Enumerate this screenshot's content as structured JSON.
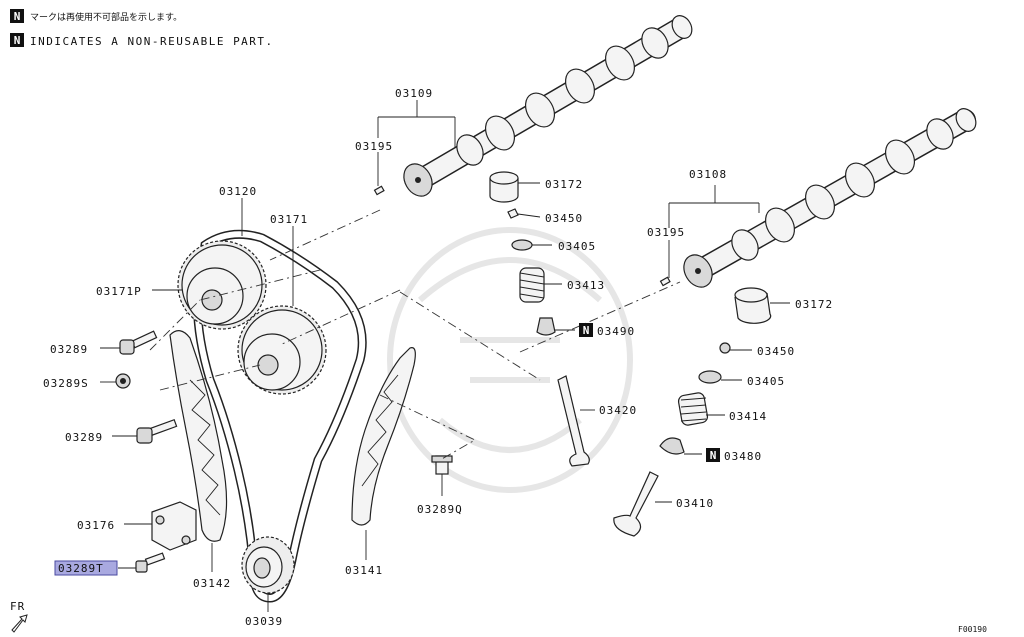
{
  "header": {
    "note_jp": "マークは再使用不可部品を示します。",
    "note_en": "INDICATES A NON-REUSABLE PART.",
    "marker": "N"
  },
  "labels": {
    "p03109": "03109",
    "p03195a": "03195",
    "p03172a": "03172",
    "p03450a": "03450",
    "p03405a": "03405",
    "p03413": "03413",
    "p03490": "03490",
    "p03420": "03420",
    "p03108": "03108",
    "p03195b": "03195",
    "p03172b": "03172",
    "p03450b": "03450",
    "p03405b": "03405",
    "p03414": "03414",
    "p03480": "03480",
    "p03410": "03410",
    "p03120": "03120",
    "p03171": "03171",
    "p03171P": "03171P",
    "p03289a": "03289",
    "p03289S": "03289S",
    "p03289b": "03289",
    "p03176": "03176",
    "p03289T": "03289T",
    "p03142": "03142",
    "p03039": "03039",
    "p03141": "03141",
    "p03289Q": "03289Q"
  },
  "direction": {
    "label": "FR"
  },
  "figure_code": "F00190",
  "colors": {
    "highlight": "#a9a9e0",
    "line": "#222222",
    "marker_bg": "#111111"
  }
}
